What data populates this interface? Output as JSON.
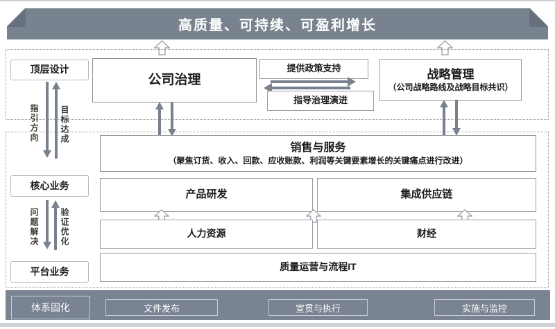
{
  "banner": {
    "title": "高质量、可持续、可盈利增长"
  },
  "left_panel": {
    "top_design": "顶层设计",
    "core_business": "核心业务",
    "platform_business": "平台业务",
    "guide_direction": "指引方向",
    "goal_achievement": "目标达成",
    "problem_solving": "问题解决",
    "verify_optimize": "验证优化"
  },
  "top_section": {
    "governance": "公司治理",
    "policy_support": "提供政策支持",
    "guide_evolution": "指导治理演进",
    "strategy_title": "战略管理",
    "strategy_subtitle": "（公司战略路线及战略目标共识）"
  },
  "core_section": {
    "sales_title": "销售与服务",
    "sales_subtitle": "（聚焦订货、收入、回款、应收账款、利润等关键要素增长的关键痛点进行改进）",
    "product_rd": "产品研发",
    "supply_chain": "集成供应链",
    "hr": "人力资源",
    "finance": "财经",
    "quality_it": "质量运营与流程IT"
  },
  "bottom_band": {
    "system_solidify": "体系固化",
    "items": [
      {
        "label": "文件发布"
      },
      {
        "label": "宣贯与执行"
      },
      {
        "label": "实施与监控"
      }
    ]
  },
  "colors": {
    "slate": "#798391",
    "slate_dark": "#67717e",
    "arrow_gray": "#78828e",
    "box_border": "#9c9c9c",
    "dotted_border": "#979797"
  }
}
